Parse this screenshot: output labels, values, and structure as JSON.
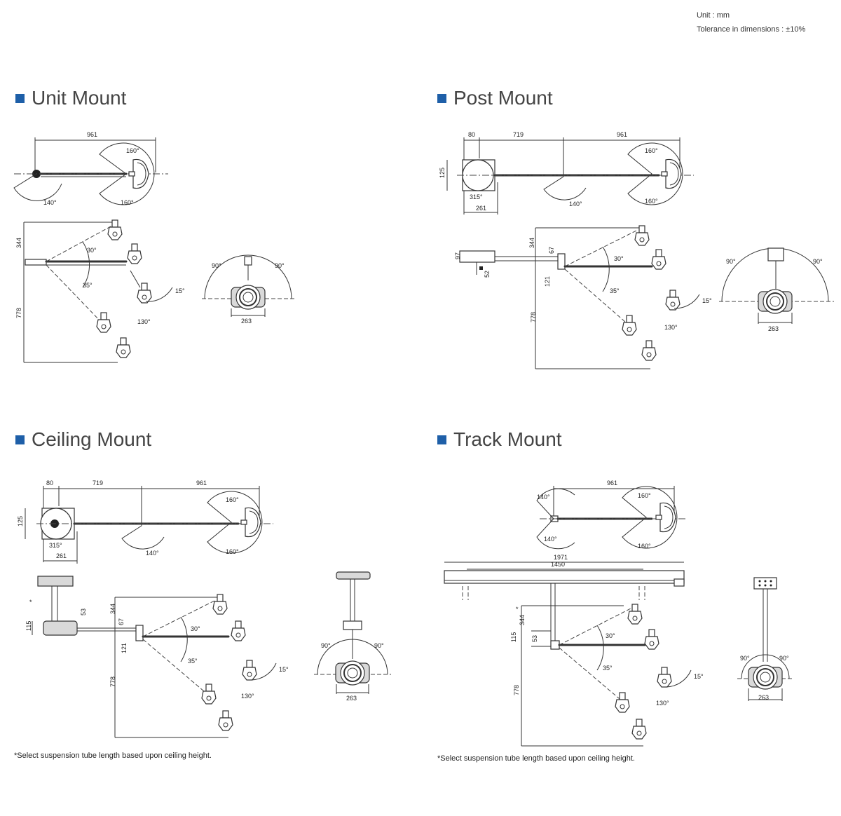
{
  "header": {
    "unit": "Unit : mm",
    "tolerance": "Tolerance in dimensions : ±10%"
  },
  "colors": {
    "bullet": "#1e5fa8",
    "line": "#333333",
    "title": "#444444"
  },
  "sections": {
    "unit": {
      "title": "Unit Mount",
      "top": {
        "width": "961",
        "head_upper": "160°",
        "head_lower": "160°",
        "base": "140°"
      },
      "side": {
        "up": "344",
        "down": "778",
        "a1": "30°",
        "a2": "35°",
        "tilt": "15°",
        "rot": "130°"
      },
      "front": {
        "left": "90°",
        "right": "90°",
        "width": "263"
      }
    },
    "post": {
      "title": "Post Mount",
      "top": {
        "d1": "80",
        "d2": "719",
        "d3": "961",
        "depth": "125",
        "rot": "315°",
        "width": "261",
        "mid": "140°",
        "head_upper": "160°",
        "head_lower": "160°"
      },
      "side": {
        "d97": "97",
        "d52": "52",
        "up": "344",
        "d67": "67",
        "d121": "121",
        "down": "778",
        "a1": "30°",
        "a2": "35°",
        "tilt": "15°",
        "rot": "130°"
      },
      "front": {
        "left": "90°",
        "right": "90°",
        "width": "263"
      }
    },
    "ceiling": {
      "title": "Ceiling Mount",
      "top": {
        "d1": "80",
        "d2": "719",
        "d3": "961",
        "depth": "125",
        "rot": "315°",
        "width": "261",
        "mid": "140°",
        "head_upper": "160°",
        "head_lower": "160°"
      },
      "side": {
        "star": "*",
        "d115": "115",
        "d53": "53",
        "up": "344",
        "d67": "67",
        "d121": "121",
        "down": "778",
        "a1": "30°",
        "a2": "35°",
        "tilt": "15°",
        "rot": "130°"
      },
      "front": {
        "left": "90°",
        "right": "90°",
        "width": "263"
      },
      "footnote": "*Select suspension tube length  based upon ceiling height."
    },
    "track": {
      "title": "Track Mount",
      "top": {
        "width": "961",
        "upper": "140°",
        "lower": "140°",
        "head_upper": "160°",
        "head_lower": "160°"
      },
      "rail": {
        "total": "1971",
        "inner": "1450"
      },
      "side": {
        "star": "*",
        "up": "344",
        "d115": "115",
        "d53": "53",
        "down": "778",
        "a1": "30°",
        "a2": "35°",
        "tilt": "15°",
        "rot": "130°"
      },
      "front": {
        "left": "90°",
        "right": "90°",
        "width": "263"
      },
      "footnote": "*Select suspension tube length based upon ceiling height."
    }
  }
}
